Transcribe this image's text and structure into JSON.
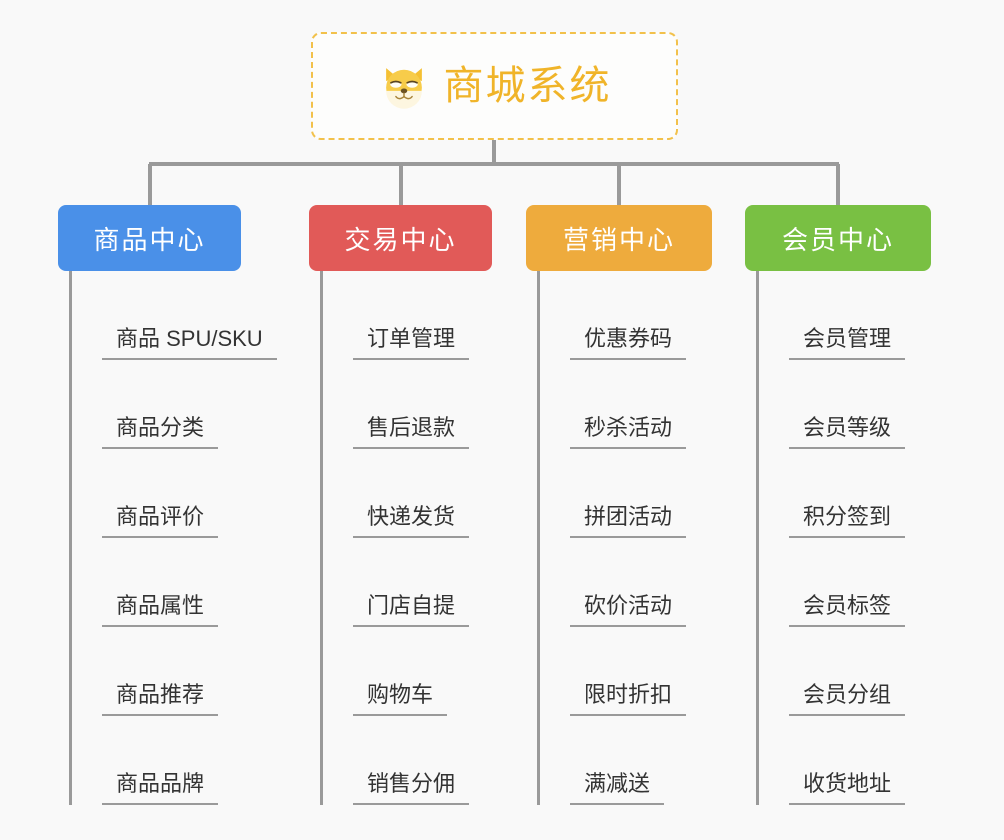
{
  "diagram": {
    "type": "mind-map",
    "title": "商城系统",
    "background_color": "#f9f9f9",
    "root": {
      "label": "商城系统",
      "icon": "shiba-dog-emoji",
      "text_color": "#f0b429",
      "border_color": "#f2c14b",
      "background_color": "#fdfdfc"
    },
    "branches": [
      {
        "label": "商品中心",
        "color": "#4a90e8",
        "items": [
          "商品 SPU/SKU",
          "商品分类",
          "商品评价",
          "商品属性",
          "商品推荐",
          "商品品牌"
        ]
      },
      {
        "label": "交易中心",
        "color": "#e15a58",
        "items": [
          "订单管理",
          "售后退款",
          "快递发货",
          "门店自提",
          "购物车",
          "销售分佣"
        ]
      },
      {
        "label": "营销中心",
        "color": "#eeab3d",
        "items": [
          "优惠券码",
          "秒杀活动",
          "拼团活动",
          "砍价活动",
          "限时折扣",
          "满减送"
        ]
      },
      {
        "label": "会员中心",
        "color": "#79c043",
        "items": [
          "会员管理",
          "会员等级",
          "积分签到",
          "会员标签",
          "会员分组",
          "收货地址"
        ]
      }
    ],
    "connector_color": "#9a9a9a"
  }
}
